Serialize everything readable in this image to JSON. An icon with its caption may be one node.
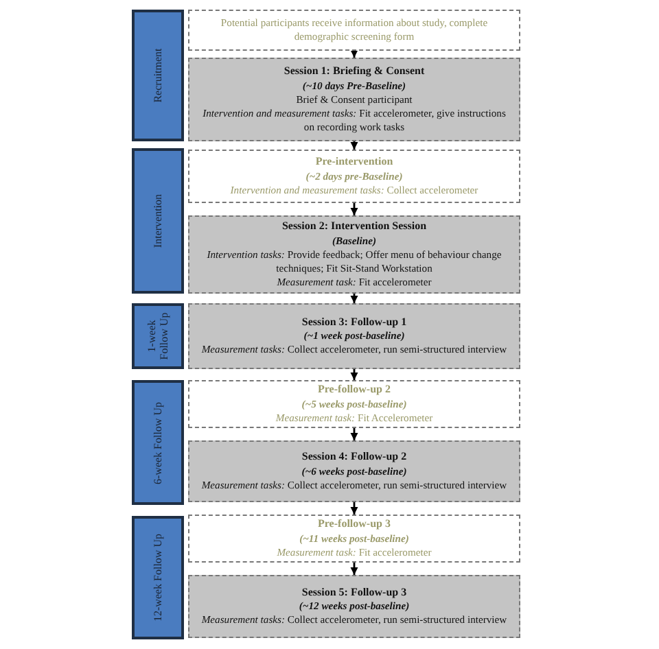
{
  "diagram": {
    "nodes": [
      {
        "text": [
          "Recruitment"
        ]
      },
      {
        "text": [
          "Potential participants receive information about study, complete demographic screening form"
        ]
      },
      {
        "text": [
          "Session 1: Briefing & Consent",
          "(~10 days Pre-Baseline)",
          "Brief & Consent participant",
          "*Intervention and measurement tasks:* Fit accelerometer, give instructions on recording work tasks"
        ]
      },
      {
        "text": [
          "Intervention"
        ]
      },
      {
        "text": [
          "Pre-intervention",
          "(~2 days pre-Baseline)",
          "*Intervention and measurement tasks:* Collect accelerometer"
        ]
      },
      {
        "text": [
          "Session 2: Intervention Session",
          "(Baseline)",
          "*Intervention tasks:* Provide feedback; Offer menu of behaviour change techniques; Fit Sit-Stand Workstation",
          "*Measurement task:* Fit accelerometer"
        ]
      },
      {
        "text": [
          "1-week Follow Up"
        ]
      },
      {
        "text": [
          "Session 3: Follow-up 1",
          "(~1 week post-baseline)",
          "*Measurement tasks:* Collect accelerometer, run semi-structured interview"
        ]
      },
      {
        "text": [
          "6-week Follow Up"
        ]
      },
      {
        "text": [
          "Pre-follow-up 2",
          "(~5 weeks post-baseline)",
          "*Measurement task:* Fit Accelerometer"
        ]
      },
      {
        "text": [
          "Session 4: Follow-up 2",
          "(~6 weeks post-baseline)",
          "*Measurement tasks:* Collect accelerometer, run semi-structured interview"
        ]
      },
      {
        "text": [
          "12-week Follow Up"
        ]
      },
      {
        "text": [
          "Pre-follow-up 3",
          "(~11 weeks post-baseline)",
          "*Measurement task:* Fit accelerometer"
        ]
      },
      {
        "text": [
          "Session 5: Follow-up 3",
          "(~12 weeks post-baseline)",
          "*Measurement tasks:* Collect accelerometer, run semi-structured interview"
        ]
      }
    ],
    "edges": [
      {
        "from": 1,
        "to": 2,
        "arrow": "to"
      },
      {
        "from": 2,
        "to": 4,
        "arrow": "to"
      },
      {
        "from": 4,
        "to": 5,
        "arrow": "to"
      },
      {
        "from": 5,
        "to": 7,
        "arrow": "to"
      },
      {
        "from": 7,
        "to": 9,
        "arrow": "to"
      },
      {
        "from": 9,
        "to": 10,
        "arrow": "to"
      },
      {
        "from": 10,
        "to": 12,
        "arrow": "to"
      },
      {
        "from": 12,
        "to": 13,
        "arrow": "to"
      }
    ]
  }
}
